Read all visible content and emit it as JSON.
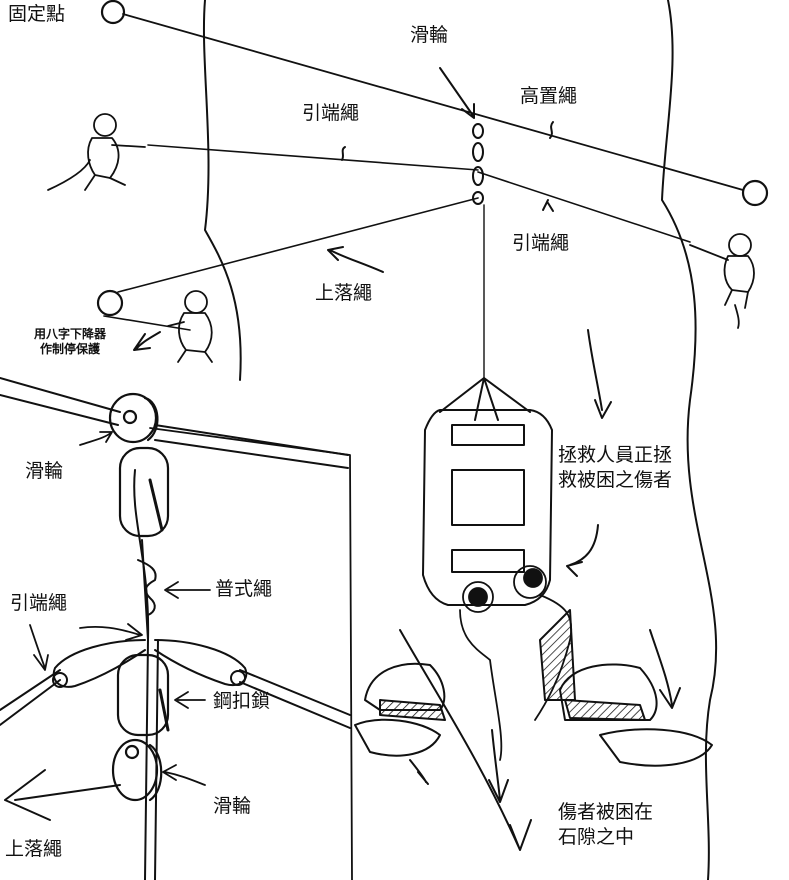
{
  "labels": {
    "anchor_point": "固定點",
    "pulley_top": "滑輪",
    "highline": "高置繩",
    "tag_line_left": "引端繩",
    "tag_line_right": "引端繩",
    "lowering_line": "上落繩",
    "figure8_belay_line1": "用八字下降器",
    "figure8_belay_line2": "作制停保護",
    "rescuer_line1": "拯救人員正拯",
    "rescuer_line2": "救被困之傷者",
    "detail_pulley_top": "滑輪",
    "detail_prusik": "普式繩",
    "detail_tag_line": "引端繩",
    "detail_carabiner": "鋼扣鎖",
    "detail_pulley_bottom": "滑輪",
    "detail_lowering_line": "上落繩",
    "victim_line1": "傷者被困在",
    "victim_line2": "石隙之中"
  },
  "colors": {
    "ink": "#111111",
    "background": "#ffffff"
  },
  "icons": [
    "pulley-icon",
    "carabiner-icon",
    "rescuer-figure-icon",
    "stretcher-icon",
    "arrow-icon"
  ]
}
